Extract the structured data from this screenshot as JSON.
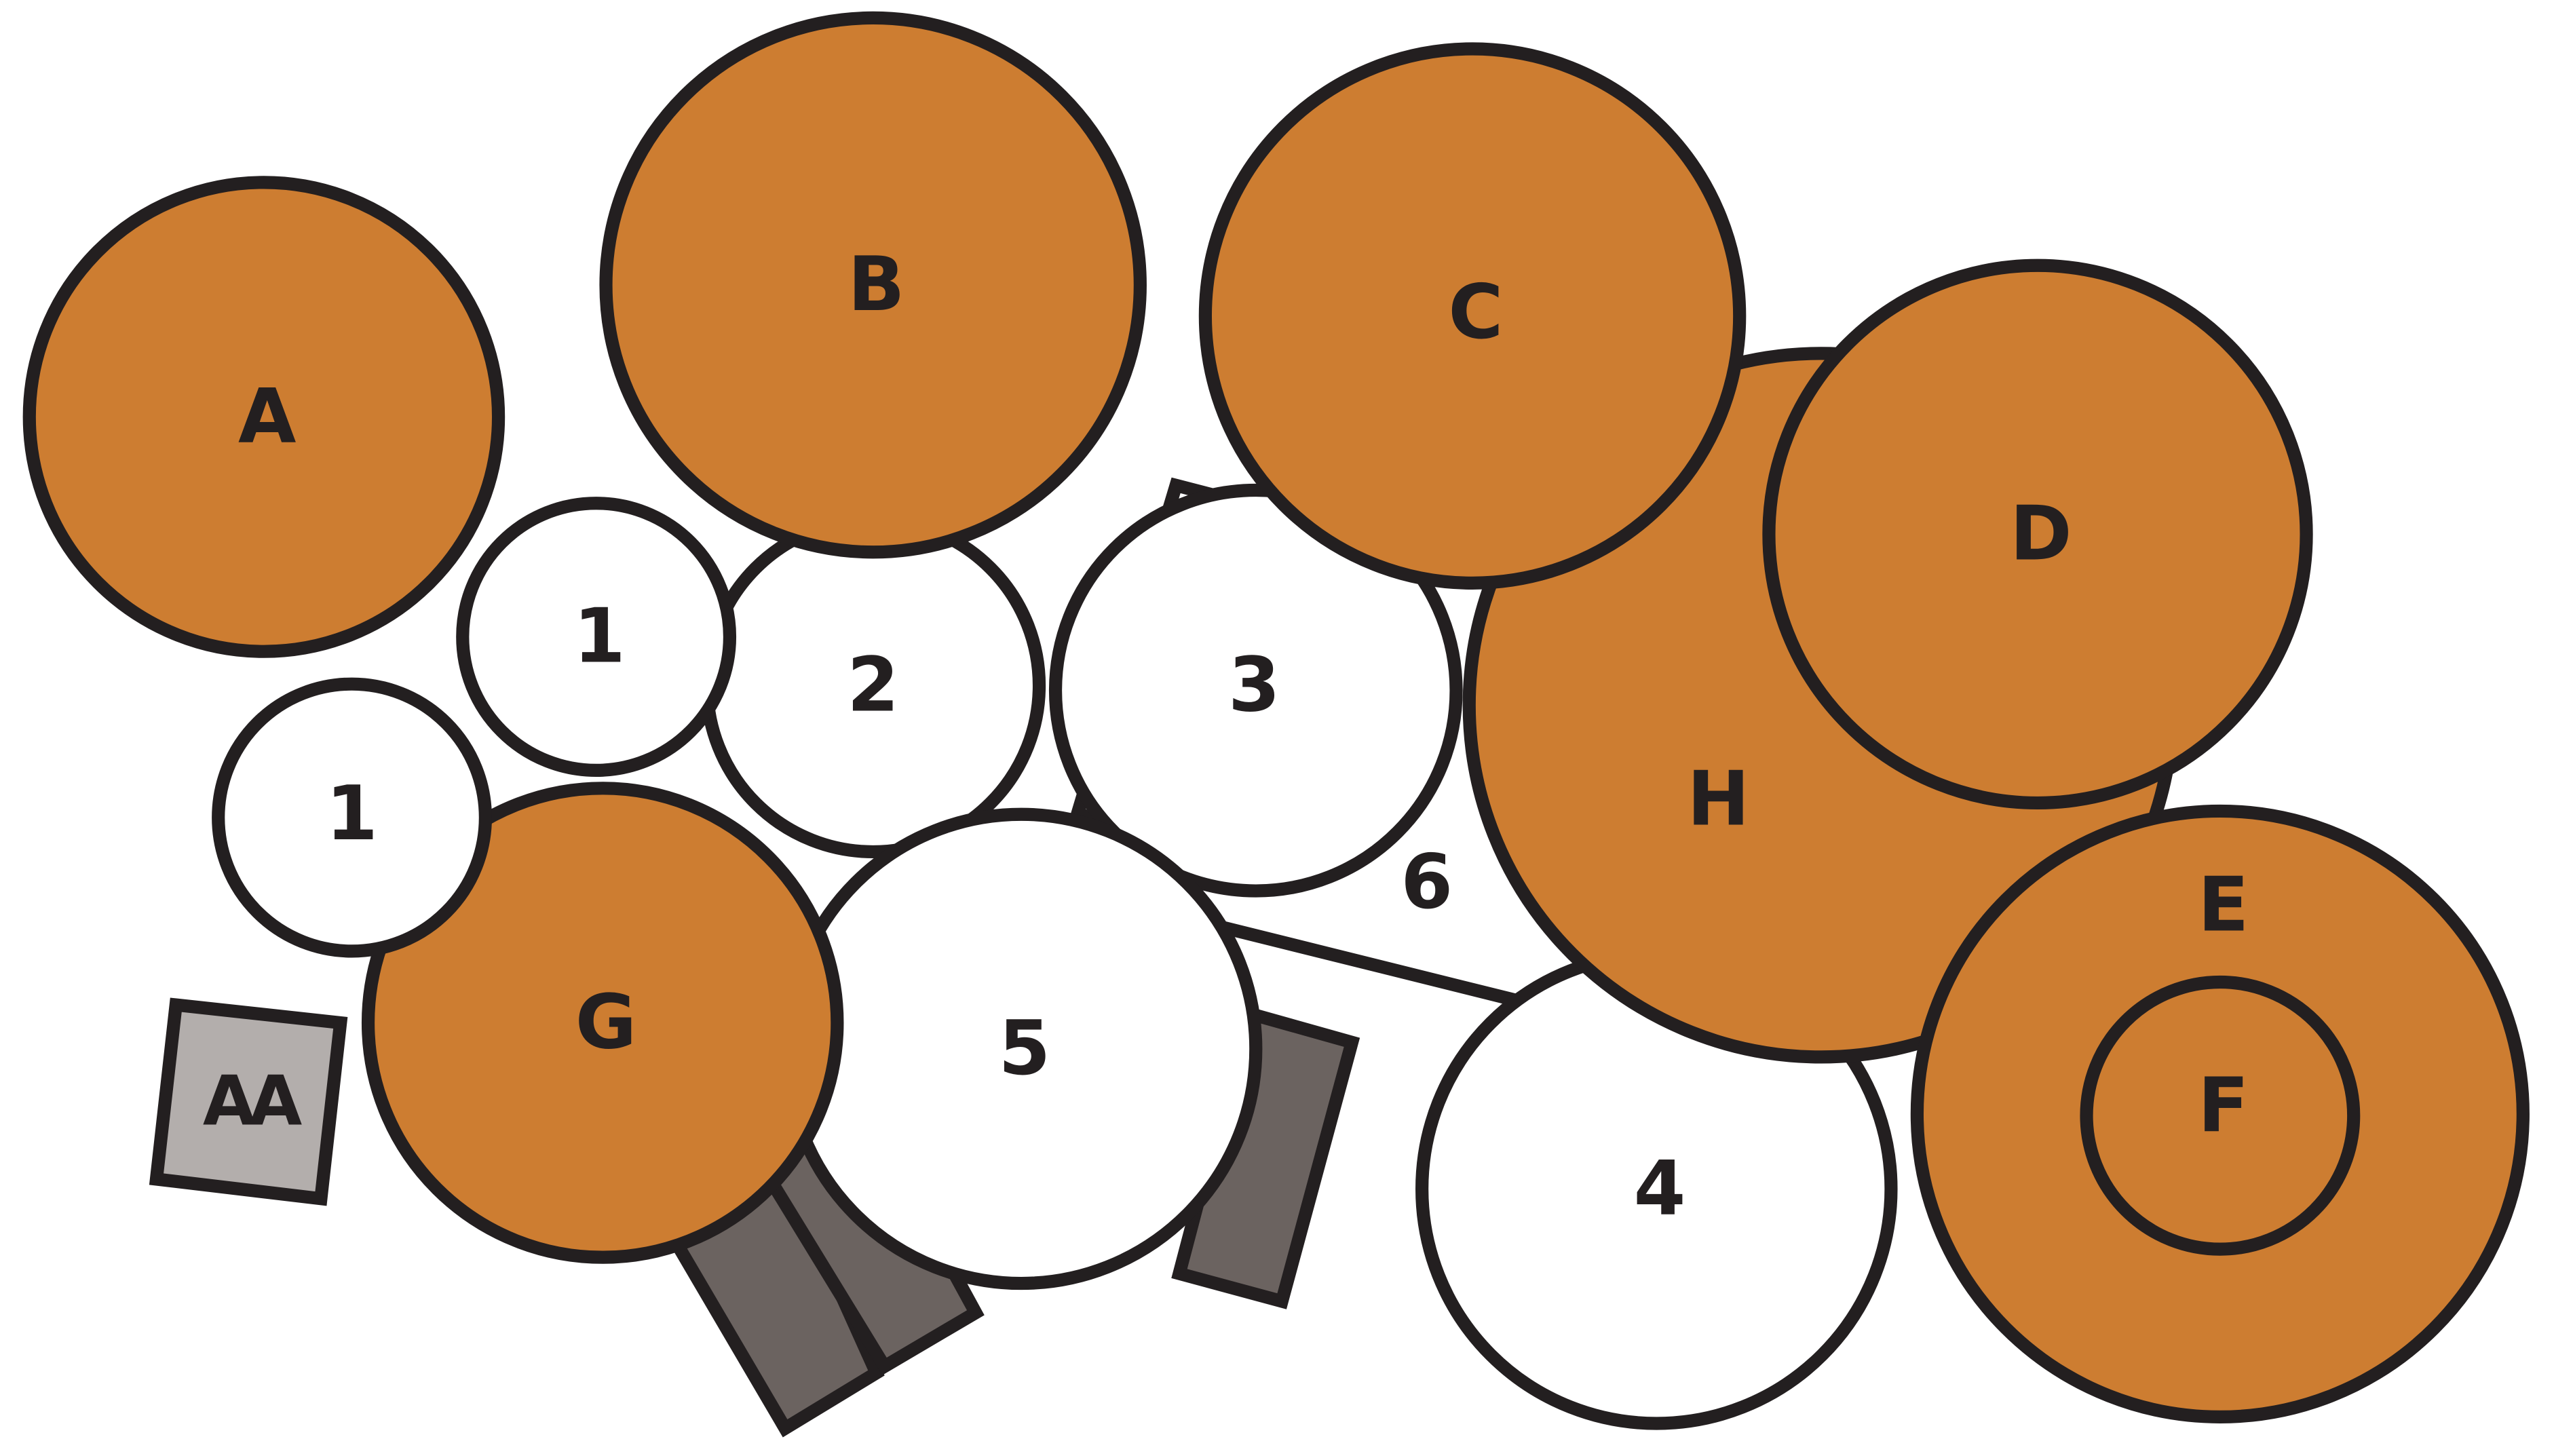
{
  "colors": {
    "orange": "#cd7d31",
    "white": "#ffffff",
    "dark_gray": "#6b6360",
    "light_gray": "#b3aeac",
    "outline": "#231f20"
  },
  "labels": {
    "a": "A",
    "b": "B",
    "c": "C",
    "d": "D",
    "e": "E",
    "f": "F",
    "g": "G",
    "h": "H",
    "aa": "AA",
    "n1_left": "1",
    "n1_top": "1",
    "n2": "2",
    "n3": "3",
    "n4": "4",
    "n5": "5",
    "n6": "6"
  }
}
